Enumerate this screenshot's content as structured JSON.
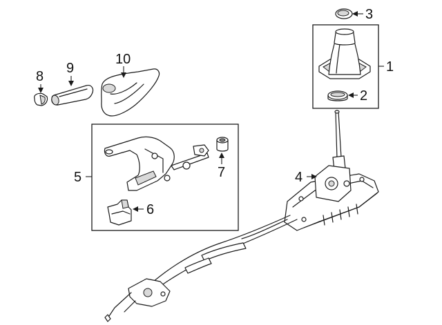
{
  "callouts": {
    "c1": "1",
    "c2": "2",
    "c3": "3",
    "c4": "4",
    "c5": "5",
    "c6": "6",
    "c7": "7",
    "c8": "8",
    "c9": "9",
    "c10": "10"
  },
  "colors": {
    "line": "#1a1a1a",
    "shade": "#d9d9d9",
    "background": "#ffffff"
  }
}
